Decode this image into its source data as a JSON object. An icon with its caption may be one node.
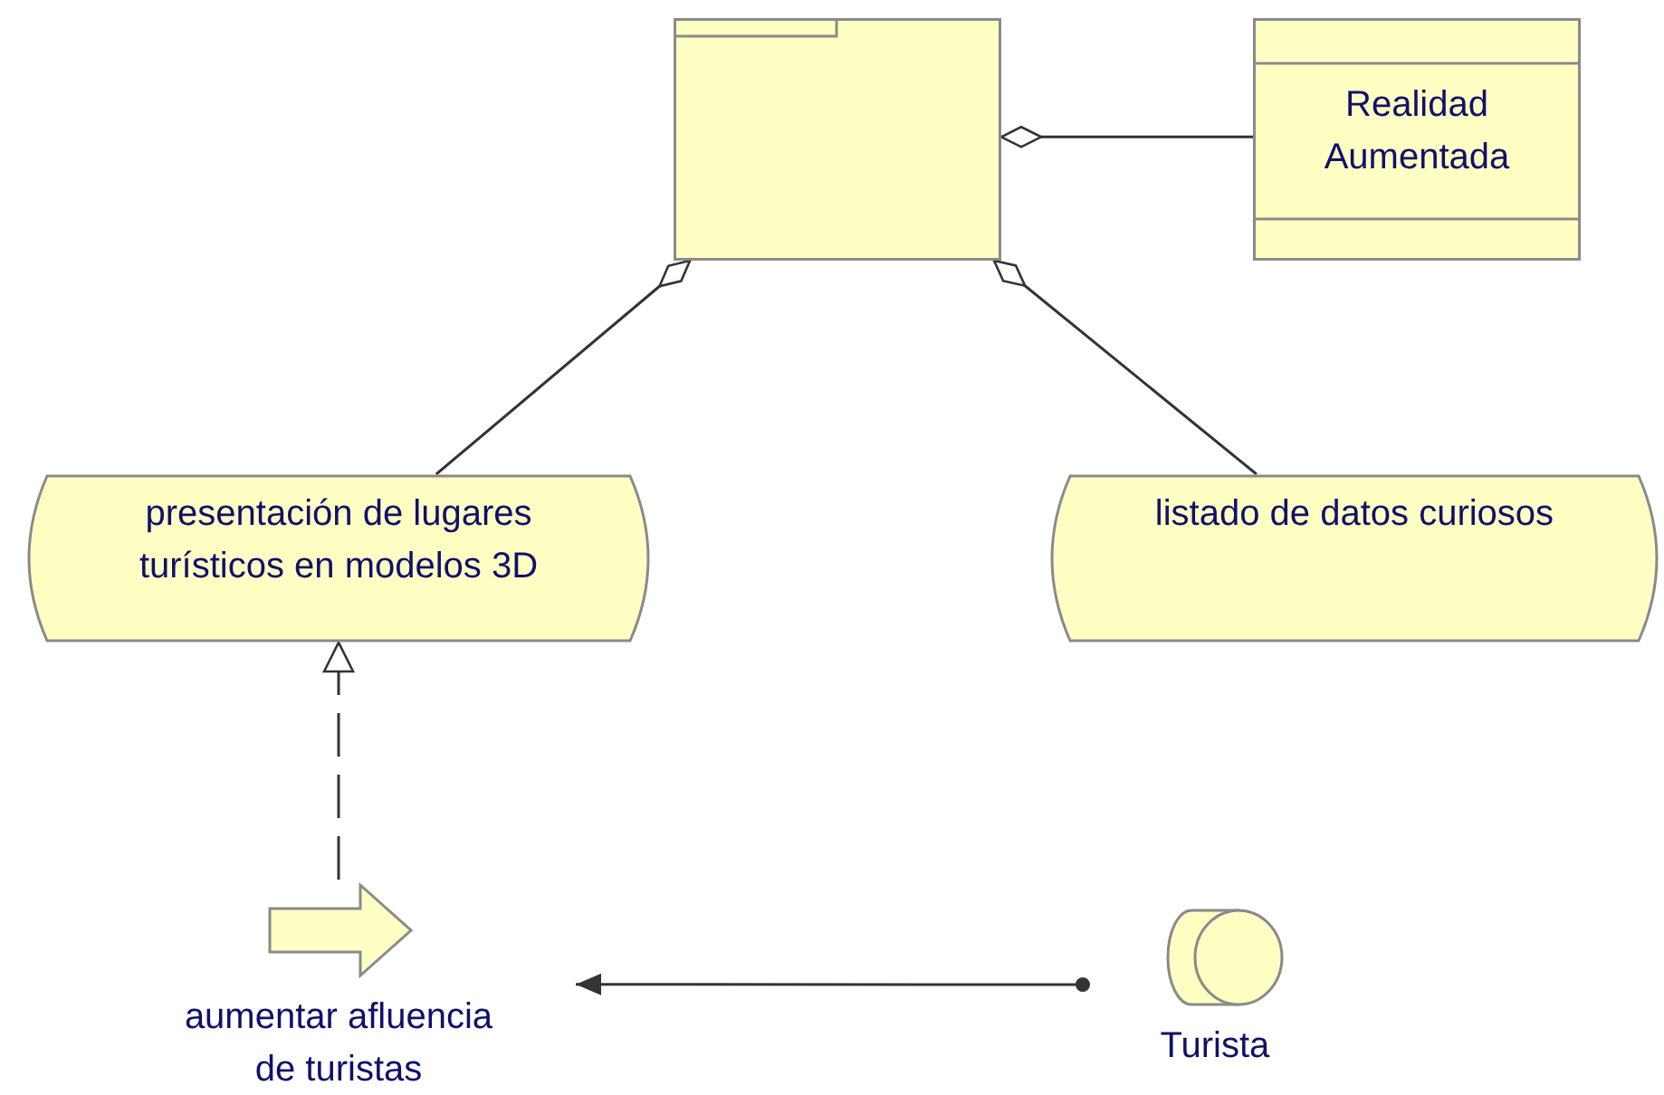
{
  "diagram": {
    "nodes": [
      {
        "text": [],
        "shape": "box"
      },
      {
        "text": [
          "Realidad Aumentada"
        ]
      },
      {
        "text": [
          "presentación de lugares turísticos en modelos 3D"
        ]
      },
      {
        "text": [
          "listado de datos curiosos"
        ]
      },
      {
        "text": [
          "aumentar afluencia de turistas"
        ]
      },
      {
        "text": [
          "Turista"
        ]
      }
    ],
    "edges": [
      {
        "from": 0,
        "to": 1,
        "arrow": "other"
      },
      {
        "from": 0,
        "to": 2,
        "arrow": "other"
      },
      {
        "from": 0,
        "to": 3,
        "arrow": "other"
      },
      {
        "from": 4,
        "to": 2,
        "arrow": "to",
        "style": "dashed"
      },
      {
        "from": 5,
        "to": 4,
        "arrow": "to"
      }
    ]
  }
}
